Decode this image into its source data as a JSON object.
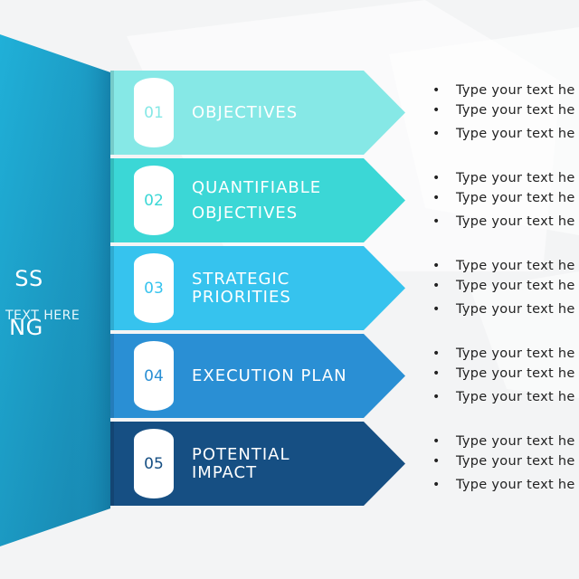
{
  "left_panel": {
    "title_line1": "SS",
    "title_line2": "NG",
    "subtitle": "TEXT HERE"
  },
  "steps": [
    {
      "number": "01",
      "label_lines": [
        "OBJECTIVES"
      ],
      "color": "#86e8e6",
      "number_color": "#86e8e6",
      "bullets": [
        "Type your text he",
        "Type your text he",
        "Type your text he"
      ]
    },
    {
      "number": "02",
      "label_lines": [
        "QUANTIFIABLE",
        "OBJECTIVES"
      ],
      "color": "#3bd7d6",
      "number_color": "#3bd7d6",
      "bullets": [
        "Type your text he",
        "Type your text he",
        "Type your text he"
      ]
    },
    {
      "number": "03",
      "label_lines": [
        "STRATEGIC",
        "PRIORITIES"
      ],
      "color": "#36c3ee",
      "number_color": "#36c3ee",
      "bullets": [
        "Type your text he",
        "Type your text he",
        "Type your text he"
      ]
    },
    {
      "number": "04",
      "label_lines": [
        "EXECUTION PLAN"
      ],
      "color": "#2a8fd4",
      "number_color": "#2a8fd4",
      "bullets": [
        "Type your text he",
        "Type your text he",
        "Type your text he"
      ]
    },
    {
      "number": "05",
      "label_lines": [
        "POTENTIAL",
        "IMPACT"
      ],
      "color": "#164f83",
      "number_color": "#164f83",
      "bullets": [
        "Type your text he",
        "Type your text he",
        "Type your text he"
      ]
    }
  ],
  "colors": {
    "panel_top": "#1ea5cf",
    "panel_bottom": "#1b8bb8",
    "background": "#f3f4f5"
  },
  "bullet_glyph": "•"
}
